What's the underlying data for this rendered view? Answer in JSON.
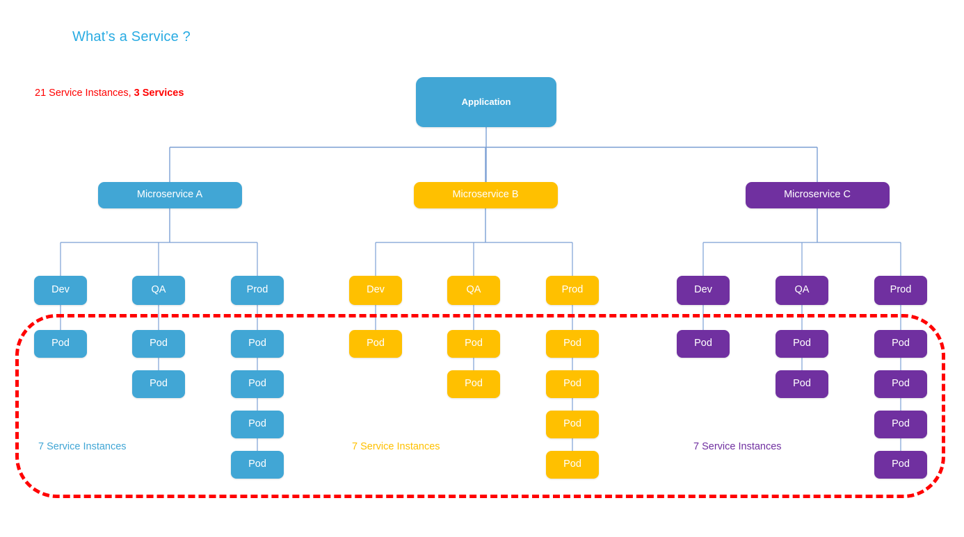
{
  "page": {
    "title": "What’s a Service ?",
    "title_color": "#29ABE2",
    "summary_prefix": "21 Service Instances, ",
    "summary_strong": "3 Services",
    "summary_color": "#FF0000",
    "background": "#FFFFFF"
  },
  "colors": {
    "blue": "#41A6D5",
    "yellow": "#FFC000",
    "purple": "#7030A0",
    "connector": "#7B9FD4",
    "highlight": "#FF0000"
  },
  "root": {
    "label": "Application",
    "color": "#41A6D5"
  },
  "highlight_region": {
    "name": "service-instances-boundary",
    "style": "red-dashed-rounded-rectangle"
  },
  "branches": [
    {
      "id": "a",
      "service_label": "Microservice A",
      "color": "#41A6D5",
      "instances_label": "7 Service Instances",
      "environments": [
        {
          "label": "Dev",
          "pods": [
            "Pod"
          ]
        },
        {
          "label": "QA",
          "pods": [
            "Pod",
            "Pod"
          ]
        },
        {
          "label": "Prod",
          "pods": [
            "Pod",
            "Pod",
            "Pod",
            "Pod"
          ]
        }
      ]
    },
    {
      "id": "b",
      "service_label": "Microservice B",
      "color": "#FFC000",
      "instances_label": "7 Service Instances",
      "environments": [
        {
          "label": "Dev",
          "pods": [
            "Pod"
          ]
        },
        {
          "label": "QA",
          "pods": [
            "Pod",
            "Pod"
          ]
        },
        {
          "label": "Prod",
          "pods": [
            "Pod",
            "Pod",
            "Pod",
            "Pod"
          ]
        }
      ]
    },
    {
      "id": "c",
      "service_label": "Microservice C",
      "color": "#7030A0",
      "instances_label": "7 Service Instances",
      "environments": [
        {
          "label": "Dev",
          "pods": [
            "Pod"
          ]
        },
        {
          "label": "QA",
          "pods": [
            "Pod",
            "Pod"
          ]
        },
        {
          "label": "Prod",
          "pods": [
            "Pod",
            "Pod",
            "Pod",
            "Pod"
          ]
        }
      ]
    }
  ]
}
